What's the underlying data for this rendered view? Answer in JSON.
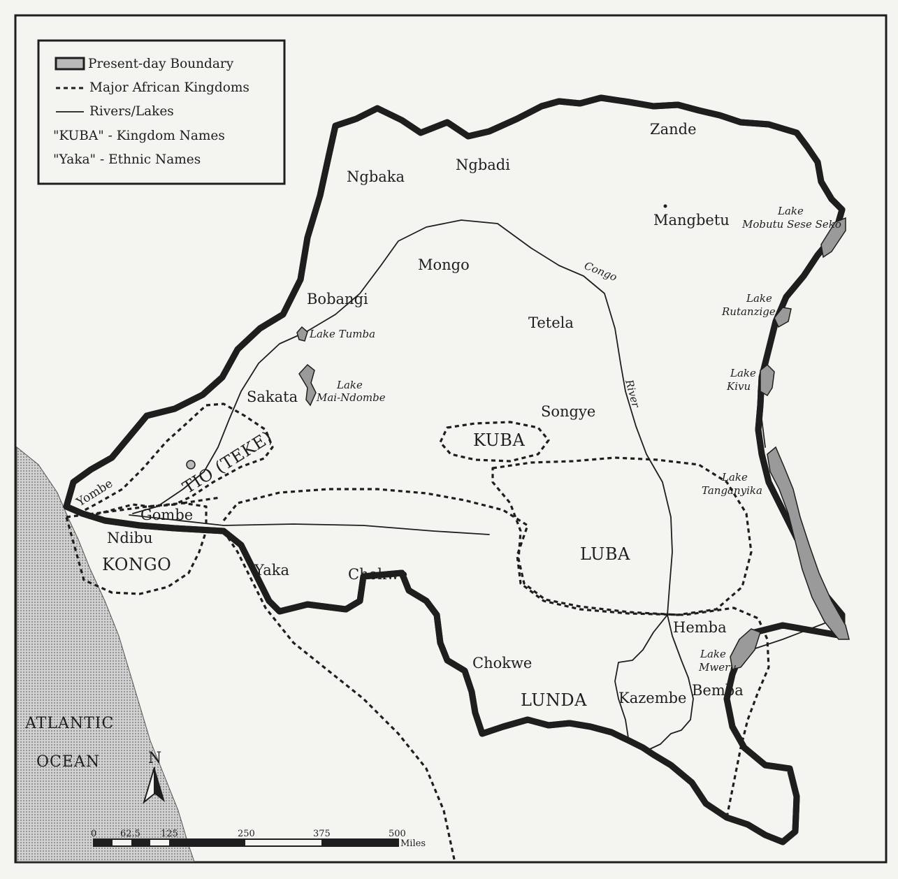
{
  "legend": {
    "items": [
      {
        "symbol": "boundary",
        "label": "Present-day Boundary"
      },
      {
        "symbol": "dashed",
        "label": "Major African Kingdoms"
      },
      {
        "symbol": "line",
        "label": "Rivers/Lakes"
      },
      {
        "symbol": "none",
        "label": "\"KUBA\" - Kingdom Names"
      },
      {
        "symbol": "none",
        "label": "\"Yaka\" - Ethnic Names"
      }
    ]
  },
  "ethnic_names": {
    "zande": "Zande",
    "ngbaka": "Ngbaka",
    "ngbadi": "Ngbadi",
    "mangbetu": "Mangbetu",
    "mongo": "Mongo",
    "bobangi": "Bobangi",
    "tetela": "Tetela",
    "sakata": "Sakata",
    "songye": "Songye",
    "gombe": "Gombe",
    "ndibu": "Ndibu",
    "yaka": "Yaka",
    "chokwe_north": "Chokwe",
    "chokwe_south": "Chokwe",
    "hemba": "Hemba",
    "kazembe": "Kazembe",
    "bemba": "Bemba",
    "yombe": "Yombe"
  },
  "kingdom_names": {
    "kuba": "KUBA",
    "luba": "LUBA",
    "kongo": "KONGO",
    "lunda": "LUNDA",
    "tio": "TIO (TEKE)"
  },
  "lakes": {
    "mobutu": {
      "line1": "Lake",
      "line2": "Mobutu Sese Seko"
    },
    "rutanzige": {
      "line1": "Lake",
      "line2": "Rutanzige"
    },
    "kivu": {
      "line1": "Lake",
      "line2": "Kivu"
    },
    "tanganyika": {
      "line1": "Lake",
      "line2": "Tanganyika"
    },
    "mweru": {
      "line1": "Lake",
      "line2": "Mweru"
    },
    "tumba": {
      "line1": "Lake Tumba"
    },
    "mai_ndombe": {
      "line1": "Lake",
      "line2": "Mai-Ndombe"
    }
  },
  "rivers": {
    "congo": "Congo",
    "river": "River"
  },
  "ocean": {
    "line1": "ATLANTIC",
    "line2": "OCEAN"
  },
  "compass": {
    "label": "N"
  },
  "scale_bar": {
    "ticks": [
      "0",
      "62.5",
      "125",
      "250",
      "375",
      "500"
    ],
    "unit": "Miles"
  },
  "colors": {
    "ink": "#1e1e1e",
    "paper": "#f4f4f1",
    "boundary_fill": "#b9b9b9",
    "lake_fill": "#9a9a9a",
    "ocean_fill": "#c9c9c9"
  }
}
